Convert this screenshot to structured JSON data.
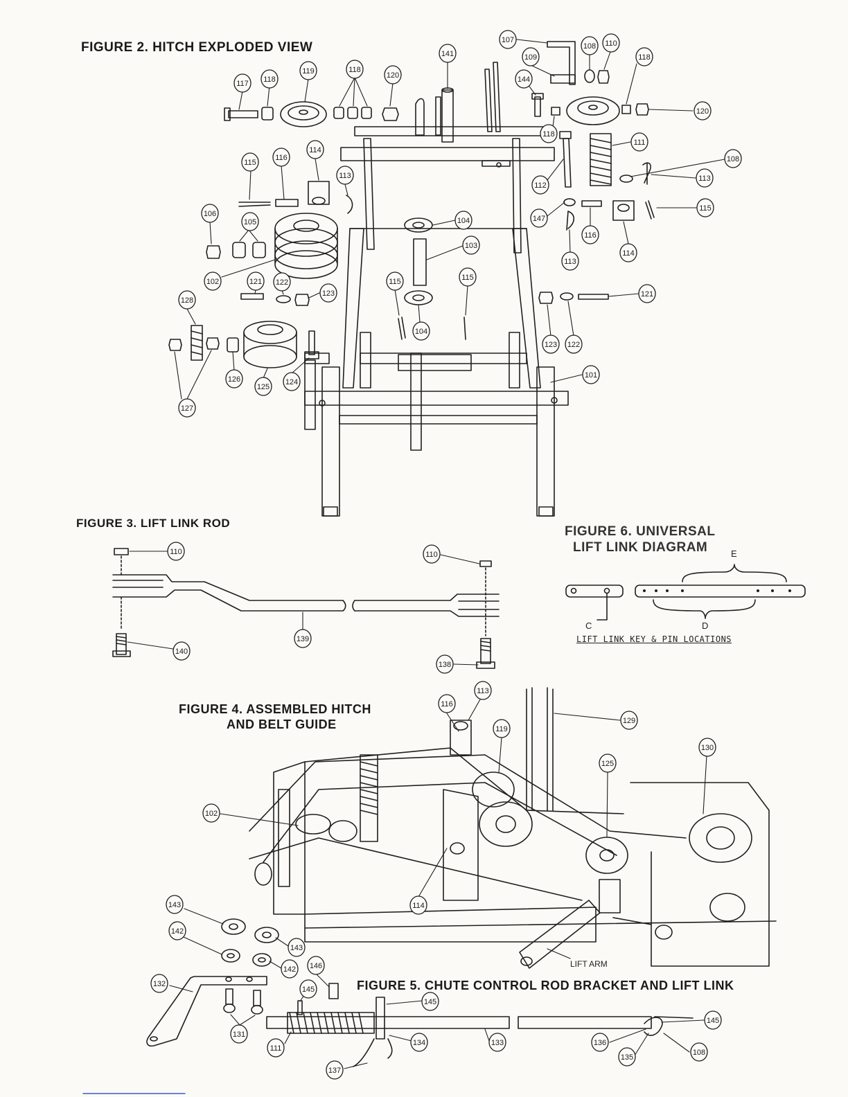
{
  "figures": {
    "fig2": {
      "title": "FIGURE 2. HITCH EXPLODED VIEW"
    },
    "fig3": {
      "title": "FIGURE 3. LIFT LINK ROD"
    },
    "fig4": {
      "title_line1": "FIGURE 4. ASSEMBLED HITCH",
      "title_line2": "AND BELT GUIDE",
      "lift_arm_label": "LIFT ARM"
    },
    "fig5": {
      "title": "FIGURE 5. CHUTE CONTROL ROD BRACKET AND LIFT LINK"
    },
    "fig6": {
      "title_line1": "FIGURE 6. UNIVERSAL",
      "title_line2": "LIFT LINK DIAGRAM",
      "label_c": "C",
      "label_d": "D",
      "label_e": "E",
      "caption": "LIFT LINK KEY & PIN LOCATIONS"
    }
  },
  "callouts": [
    "117",
    "118",
    "119",
    "118",
    "120",
    "141",
    "107",
    "108",
    "110",
    "109",
    "144",
    "118",
    "120",
    "118",
    "111",
    "108",
    "114",
    "115",
    "116",
    "113",
    "112",
    "113",
    "106",
    "105",
    "104",
    "147",
    "116",
    "115",
    "114",
    "103",
    "102",
    "121",
    "122",
    "123",
    "115",
    "115",
    "113",
    "121",
    "128",
    "104",
    "123",
    "122",
    "127",
    "126",
    "125",
    "124",
    "101",
    "110",
    "110",
    "139",
    "140",
    "138",
    "116",
    "113",
    "119",
    "129",
    "130",
    "125",
    "102",
    "114",
    "143",
    "142",
    "143",
    "142",
    "146",
    "132",
    "145",
    "145",
    "145",
    "131",
    "111",
    "134",
    "133",
    "136",
    "135",
    "108",
    "137"
  ]
}
